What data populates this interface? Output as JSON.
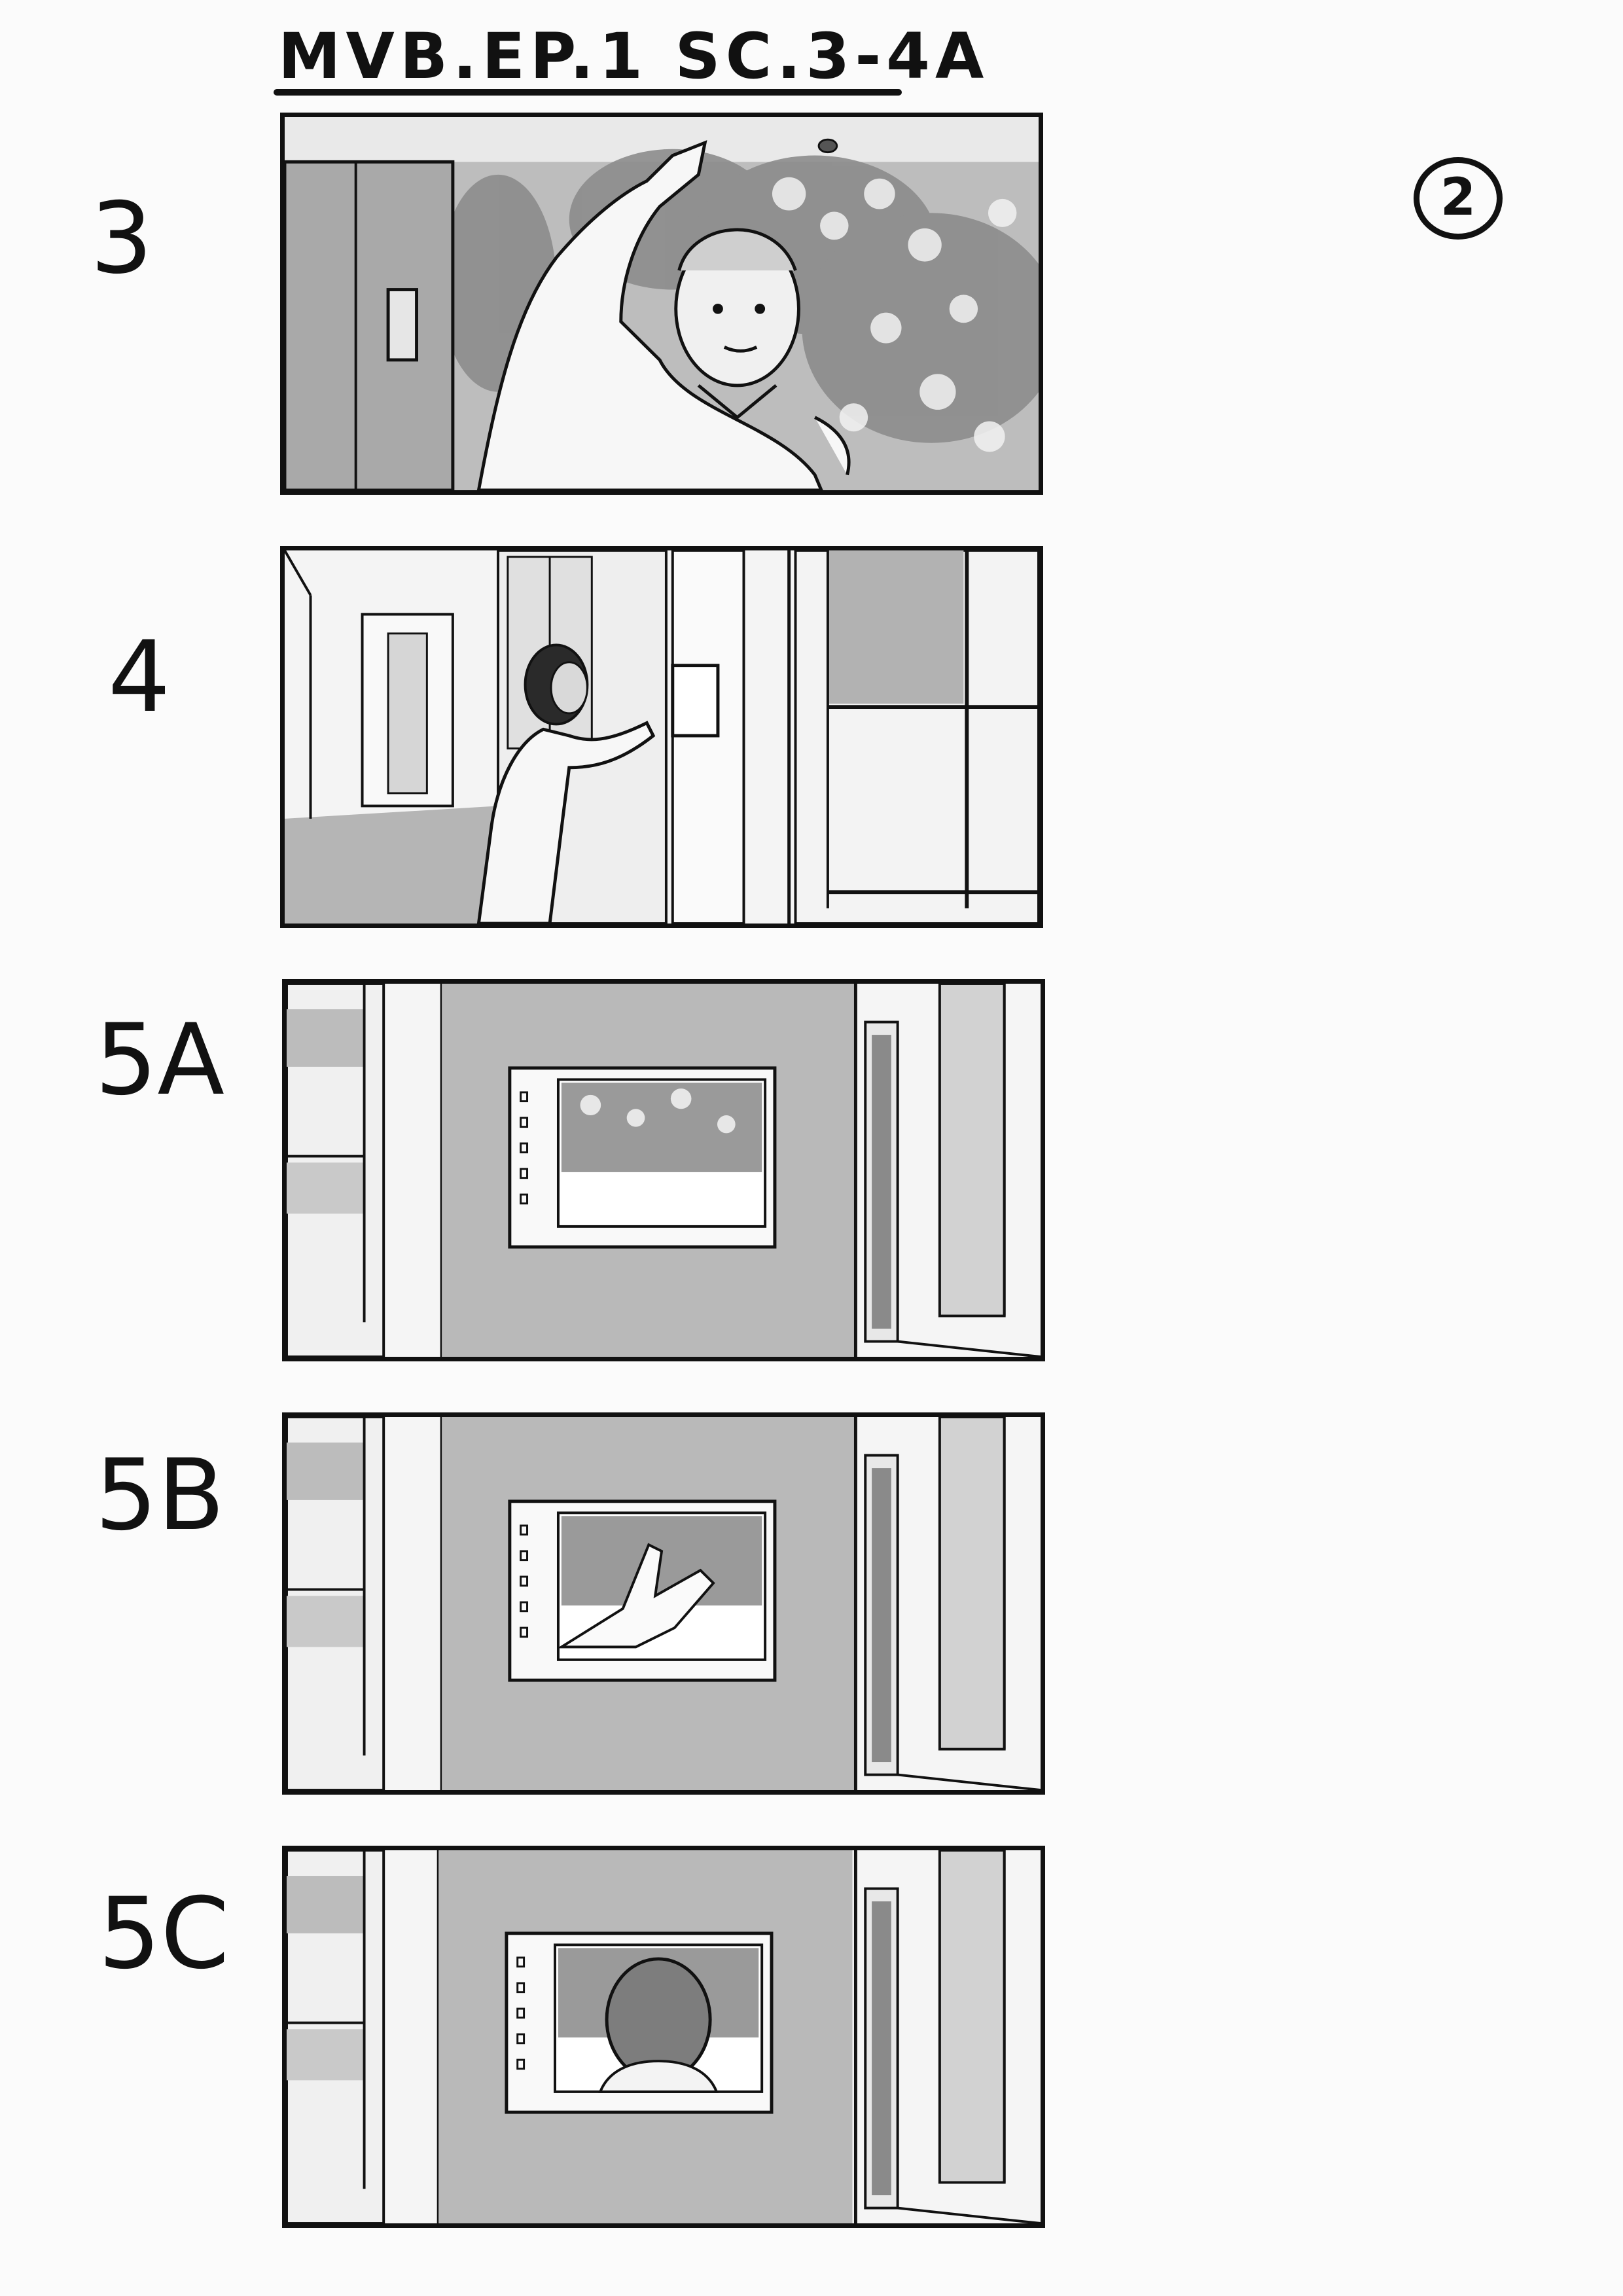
{
  "header": {
    "title": "MVB.EP.1 SC.3-4A"
  },
  "page_number": "2",
  "panels": [
    {
      "label": "3"
    },
    {
      "label": "4"
    },
    {
      "label": "5A"
    },
    {
      "label": "5B"
    },
    {
      "label": "5C"
    }
  ],
  "colors": {
    "ink": "#111111",
    "paper": "#fbfbfb",
    "tone_light": "#e6e6e6",
    "tone_mid": "#b4b4b4",
    "tone_dark": "#7a7a7a"
  }
}
